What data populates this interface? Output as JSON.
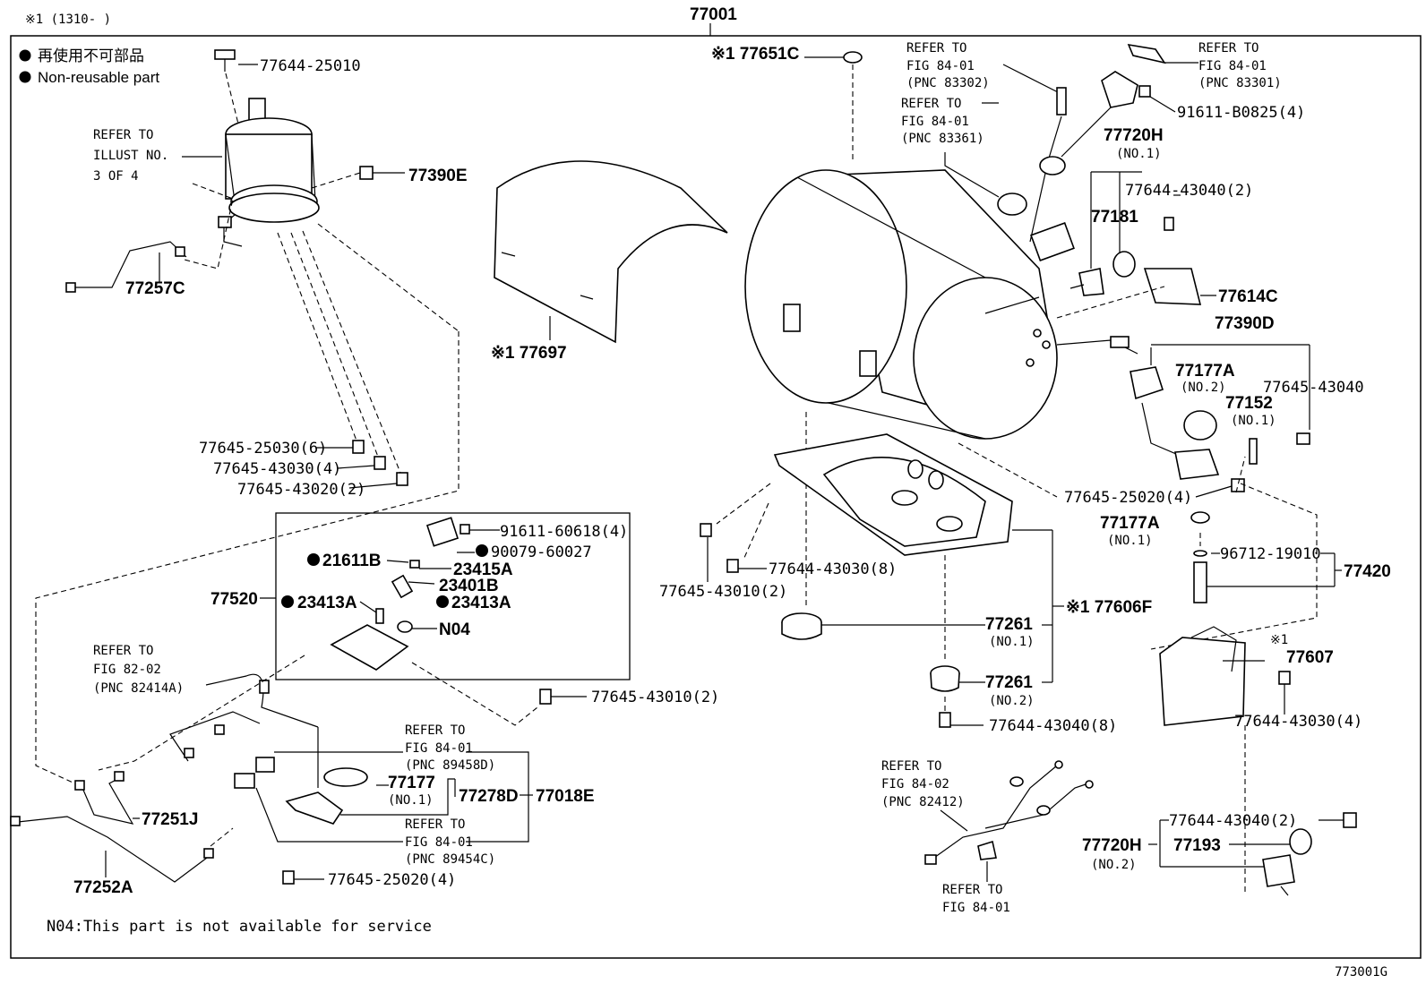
{
  "header": {
    "note": "※1 (1310-   )",
    "assembly": "77001"
  },
  "legend": {
    "jp": "再使用不可部品",
    "en": "Non-reusable part"
  },
  "labels": {
    "p77644_25010": "77644-25010",
    "refer_illust_1": "REFER TO",
    "refer_illust_2": "ILLUST NO.",
    "refer_illust_3": "3 OF 4",
    "p77390E": "77390E",
    "p77257C": "77257C",
    "p77697": "※1 77697",
    "p77645_25030": "77645-25030(6)",
    "p77645_43030": "77645-43030(4)",
    "p77645_43020": "77645-43020(2)",
    "p91611_60618": "91611-60618(4)",
    "p90079_60027": "90079-60027",
    "p21611B": "21611B",
    "p23415A": "23415A",
    "p23401B": "23401B",
    "p77520": "77520",
    "p23413A_1": "23413A",
    "p23413A_2": "23413A",
    "pN04": "N04",
    "refer_82_02_1": "REFER TO",
    "refer_82_02_2": "FIG 82-02",
    "refer_82_02_3": "(PNC 82414A)",
    "p77645_43010_2b": "77645-43010(2)",
    "refer_89458_1": "REFER TO",
    "refer_89458_2": "FIG 84-01",
    "refer_89458_3": "(PNC 89458D)",
    "p77177": "77177",
    "p77177_no1": "(NO.1)",
    "p77278D": "77278D",
    "p77018E": "77018E",
    "refer_89454_1": "REFER TO",
    "refer_89454_2": "FIG 84-01",
    "refer_89454_3": "(PNC 89454C)",
    "p77251J": "77251J",
    "p77252A": "77252A",
    "p77645_25020_4b": "77645-25020(4)",
    "n04_note": "N04:This part is not available for service",
    "p77651C": "※1 77651C",
    "refer_83302_1": "REFER TO",
    "refer_83302_2": "FIG 84-01",
    "refer_83302_3": "(PNC 83302)",
    "refer_83361_1": "REFER TO",
    "refer_83361_2": "FIG 84-01",
    "refer_83361_3": "(PNC 83361)",
    "refer_83301_1": "REFER TO",
    "refer_83301_2": "FIG 84-01",
    "refer_83301_3": "(PNC 83301)",
    "p91611_B0825": "91611-B0825(4)",
    "p77720H_1": "77720H",
    "p77720H_no1": "(NO.1)",
    "p77644_43040_2a": "77644-43040(2)",
    "p77181": "77181",
    "p77614C": "77614C",
    "p77390D": "77390D",
    "p77177A_2": "77177A",
    "p77177A_no2": "(NO.2)",
    "p77645_43040": "77645-43040",
    "p77152": "77152",
    "p77152_no1": "(NO.1)",
    "p77645_25020_4a": "77645-25020(4)",
    "p77177A_1": "77177A",
    "p77177A_no1": "(NO.1)",
    "p96712_19010": "96712-19010",
    "p77420": "77420",
    "p77645_43010_2a": "77645-43010(2)",
    "p77644_43030_8": "77644-43030(8)",
    "p77261_1": "77261",
    "p77261_no1": "(NO.1)",
    "p77606F": "※1 77606F",
    "p77261_2": "77261",
    "p77261_no2": "(NO.2)",
    "p77644_43040_8": "77644-43040(8)",
    "p77607_mark": "※1",
    "p77607": "77607",
    "p77644_43030_4": "77644-43030(4)",
    "refer_82412_1": "REFER TO",
    "refer_82412_2": "FIG 84-02",
    "refer_82412_3": "(PNC 82412)",
    "refer_8401_1": "REFER TO",
    "refer_8401_2": "FIG 84-01",
    "p77644_43040_2b": "77644-43040(2)",
    "p77720H_2": "77720H",
    "p77720H_no2": "(NO.2)",
    "p77193": "77193",
    "figure_id": "773001G"
  }
}
